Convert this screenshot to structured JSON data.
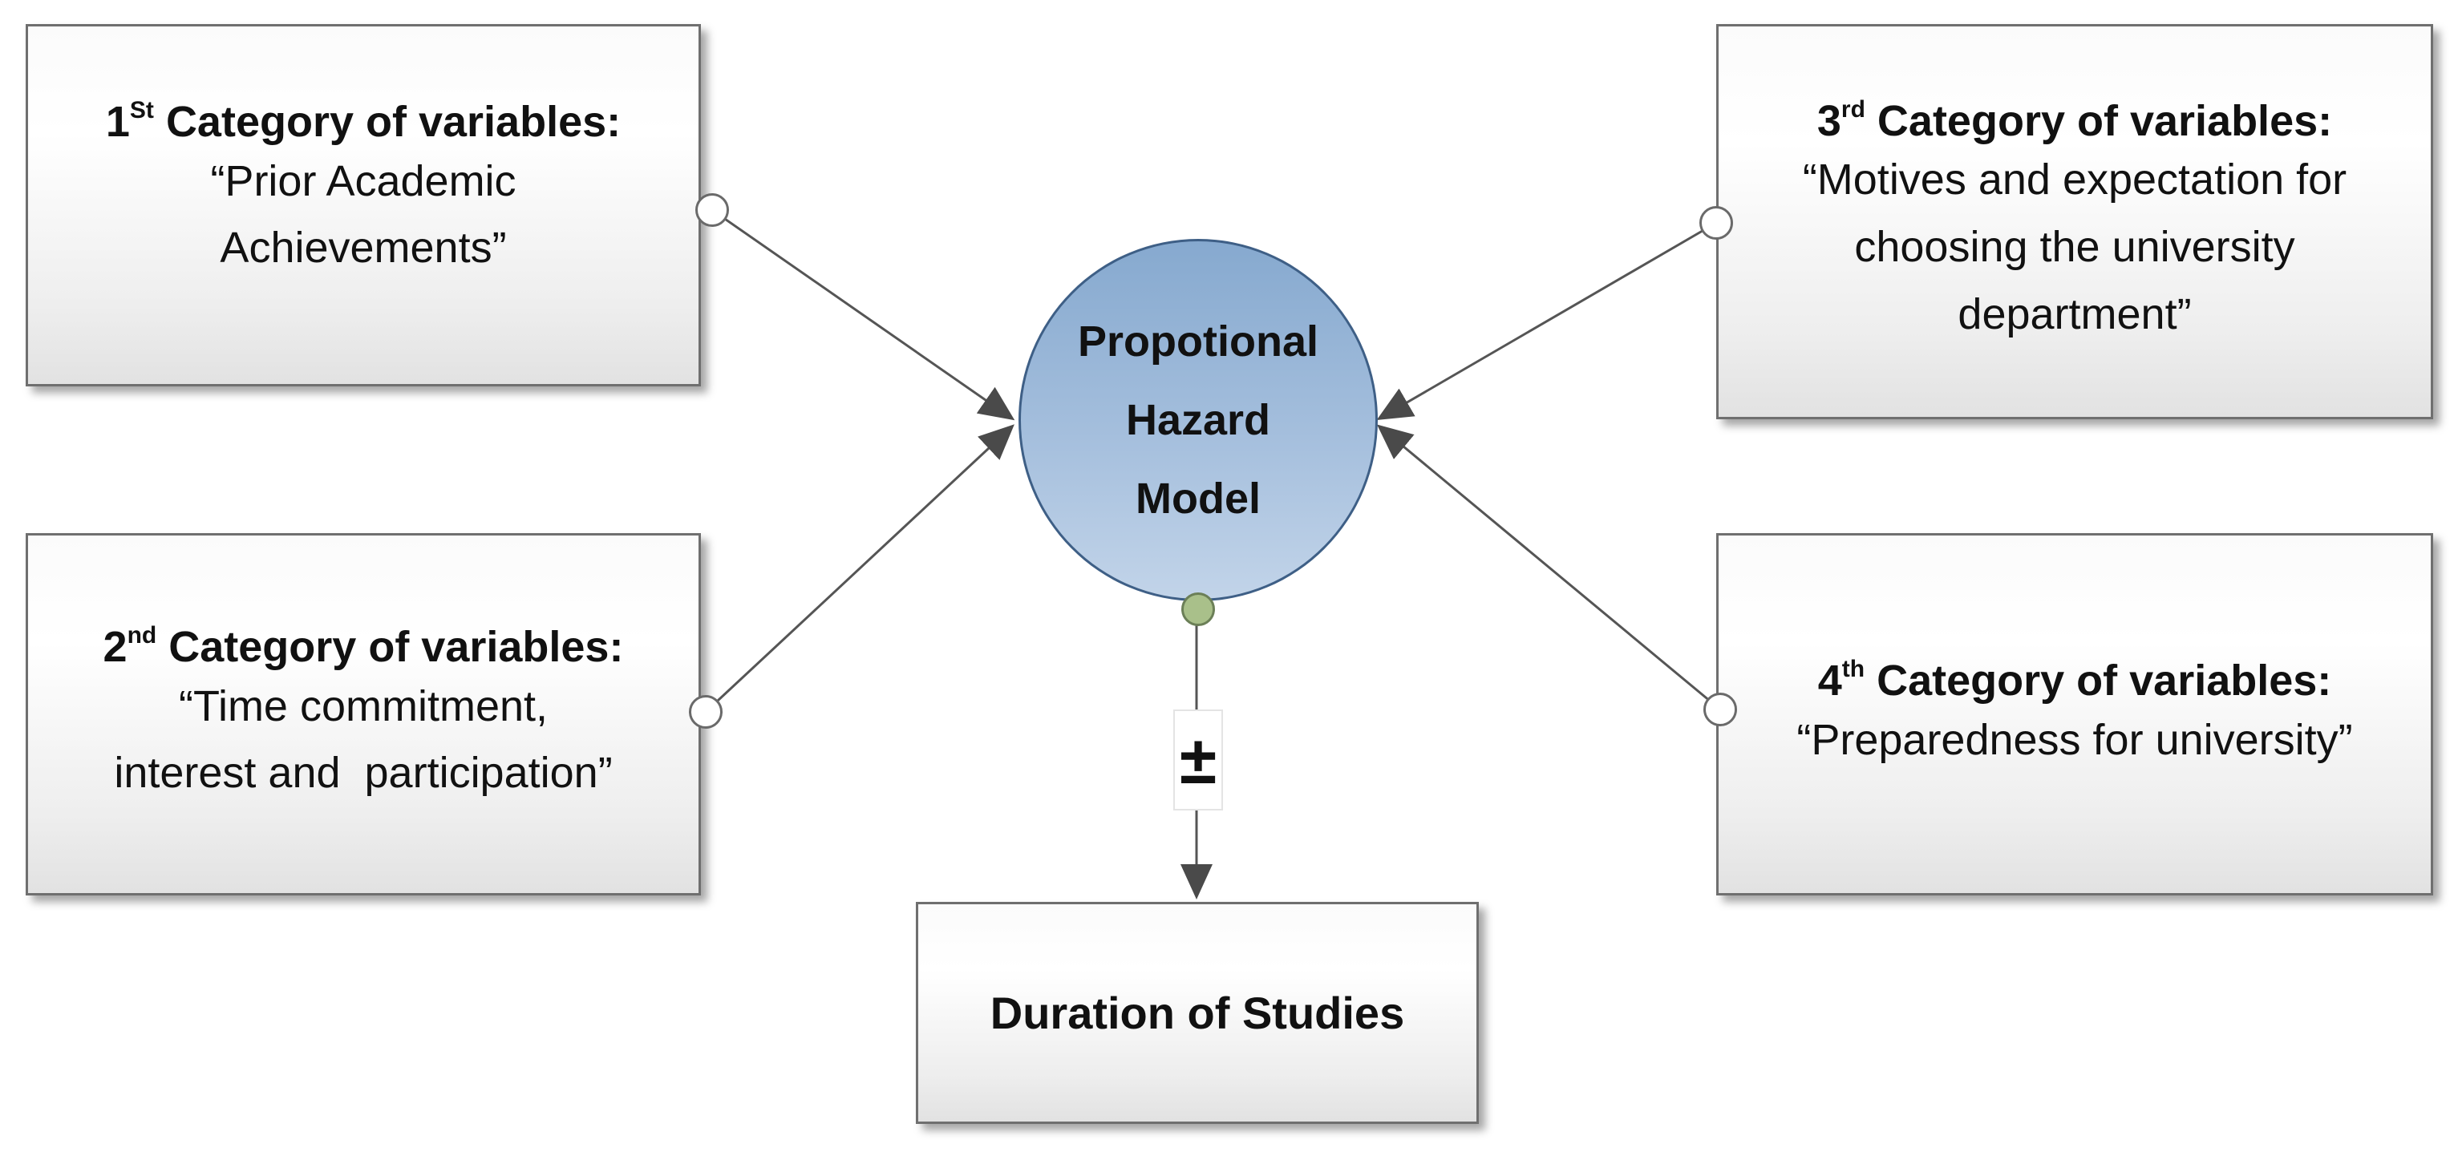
{
  "categories": [
    {
      "id": "cat1",
      "ordinal": "1",
      "suffix": "St",
      "title": "Category of variables:",
      "lines": [
        "“Prior Academic",
        "Achievements”"
      ]
    },
    {
      "id": "cat2",
      "ordinal": "2",
      "suffix": "nd",
      "title": "Category of variables:",
      "lines": [
        "“Time commitment,",
        "interest and  participation”"
      ]
    },
    {
      "id": "cat3",
      "ordinal": "3",
      "suffix": "rd",
      "title": " Category of variables:",
      "lines": [
        "“Motives and expectation for",
        "choosing the university",
        "department”"
      ]
    },
    {
      "id": "cat4",
      "ordinal": "4",
      "suffix": "th",
      "title": "Category of variables:",
      "lines": [
        "“Preparedness for university”"
      ]
    }
  ],
  "model": {
    "lines": [
      "Propotional",
      "Hazard",
      "Model"
    ]
  },
  "outcome": {
    "label": "Duration of Studies"
  },
  "link": {
    "sign": "±"
  },
  "colors": {
    "model_fill_top": "#86a9cf",
    "model_fill_bottom": "#c2d4e9",
    "model_border": "#3e5f86",
    "connector": "#555555",
    "output_dot": "#a9c08a"
  }
}
